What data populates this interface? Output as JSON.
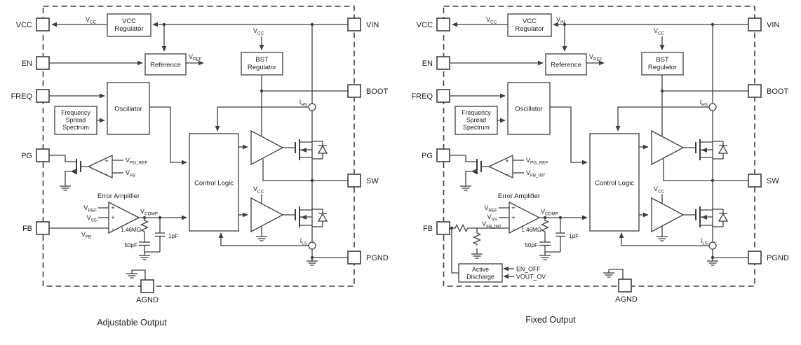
{
  "figure": {
    "type": "functional-block-diagram",
    "captions": {
      "left": "Adjustable Output",
      "right": "Fixed Output"
    }
  },
  "ops": {
    "plus": "+",
    "minus": "-"
  },
  "left": {
    "pins": {
      "vcc": "VCC",
      "en": "EN",
      "freq": "FREQ",
      "pg": "PG",
      "fb": "FB",
      "vin": "VIN",
      "boot": "BOOT",
      "sw": "SW",
      "pgnd": "PGND",
      "agnd": "AGND"
    },
    "blocks": {
      "vcc_regulator": [
        "VCC",
        "Regulator"
      ],
      "reference": "Reference",
      "bst_regulator": [
        "BST",
        "Regulator"
      ],
      "oscillator": "Oscillator",
      "freq_spread": [
        "Frequency",
        "Spread",
        "Spectrum"
      ],
      "control_logic": "Control Logic",
      "error_amplifier": "Error Amplifier"
    },
    "signals": {
      "v_cc": {
        "base": "V",
        "sub": "CC"
      },
      "v_ref": {
        "base": "V",
        "sub": "REF"
      },
      "v_pg_ref": {
        "base": "V",
        "sub": "PG_REF"
      },
      "v_fb": {
        "base": "V",
        "sub": "FB"
      },
      "v_ss": {
        "base": "V",
        "sub": "SS"
      },
      "v_comp": {
        "base": "V",
        "sub": "COMP"
      },
      "i_hs": {
        "base": "I",
        "sub": "HS"
      },
      "i_ls": {
        "base": "I",
        "sub": "LS"
      }
    },
    "values": {
      "comp_resistor": "1.46MΩ",
      "comp_capacitor": "50pF",
      "hf_capacitor": "1pF"
    }
  },
  "right": {
    "pins": {
      "vcc": "VCC",
      "en": "EN",
      "freq": "FREQ",
      "pg": "PG",
      "fb": "FB",
      "vin": "VIN",
      "boot": "BOOT",
      "sw": "SW",
      "pgnd": "PGND",
      "agnd": "AGND"
    },
    "blocks": {
      "vcc_regulator": [
        "VCC",
        "Regulator"
      ],
      "reference": "Reference",
      "bst_regulator": [
        "BST",
        "Regulator"
      ],
      "oscillator": "Oscillator",
      "freq_spread": [
        "Frequency",
        "Spread",
        "Spectrum"
      ],
      "control_logic": "Control Logic",
      "error_amplifier": "Error Amplifier",
      "active_discharge": [
        "Active",
        "Discharge"
      ]
    },
    "signals": {
      "v_cc": {
        "base": "V",
        "sub": "CC"
      },
      "v_in": {
        "base": "V",
        "sub": "IN"
      },
      "v_ref": {
        "base": "V",
        "sub": "REF"
      },
      "v_pg_ref": {
        "base": "V",
        "sub": "PG_REF"
      },
      "v_fb_int": {
        "base": "V",
        "sub": "FB_INT"
      },
      "v_ss": {
        "base": "V",
        "sub": "SS"
      },
      "v_comp": {
        "base": "V",
        "sub": "COMP"
      },
      "i_hs": {
        "base": "I",
        "sub": "HS"
      },
      "i_ls": {
        "base": "I",
        "sub": "LS"
      }
    },
    "control_signals": {
      "en_off": "EN_OFF",
      "vout_ov": "VOUT_OV"
    },
    "values": {
      "comp_resistor": "1.46MΩ",
      "comp_capacitor": "50pF",
      "hf_capacitor": "1pF"
    }
  }
}
